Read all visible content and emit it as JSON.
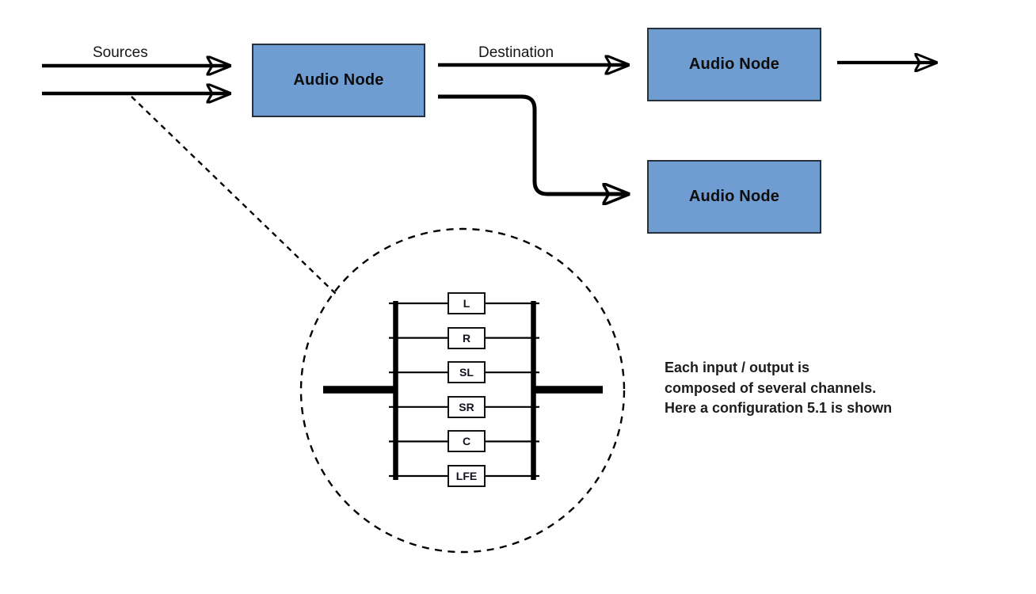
{
  "labels": {
    "sources": "Sources",
    "destination": "Destination"
  },
  "audio_nodes": [
    {
      "label": "Audio Node"
    },
    {
      "label": "Audio Node"
    },
    {
      "label": "Audio Node"
    }
  ],
  "channels": [
    "L",
    "R",
    "SL",
    "SR",
    "C",
    "LFE"
  ],
  "annotation": {
    "lines": [
      "Each input / output is",
      "composed of several channels.",
      "Here a configuration 5.1 is shown"
    ]
  },
  "colors": {
    "node_fill": "#6f9dd2",
    "node_border": "#26313d",
    "line_color": "#000000",
    "text_color": "#121212",
    "bg": "#ffffff"
  }
}
